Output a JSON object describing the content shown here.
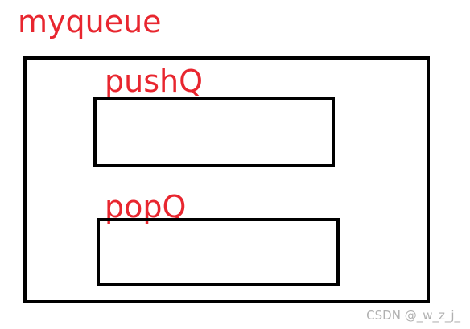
{
  "diagram": {
    "title": "myqueue",
    "inner_boxes": [
      {
        "label": "pushQ"
      },
      {
        "label": "popQ"
      }
    ],
    "colors": {
      "label": "#e8262f",
      "border": "#000000",
      "watermark": "#b0b0b0"
    }
  },
  "watermark": "CSDN @_w_z_j_"
}
